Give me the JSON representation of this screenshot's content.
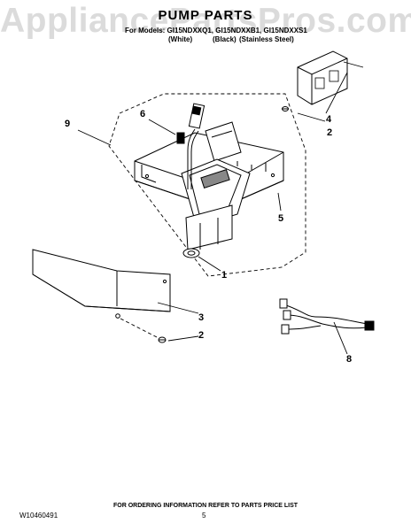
{
  "watermark": "AppliancePartsPros.com",
  "title": "PUMP PARTS",
  "models_line": "For Models: GI15NDXXQ1, GI15NDXXB1, GI15NDXXS1",
  "colors": [
    "(White)",
    "(Black)",
    "(Stainless Steel)"
  ],
  "callouts": [
    "9",
    "6",
    "4",
    "2",
    "5",
    "1",
    "3",
    "2",
    "8"
  ],
  "footer_note": "FOR ORDERING INFORMATION REFER TO PARTS PRICE LIST",
  "document_number": "W10460491",
  "page_number": "5"
}
